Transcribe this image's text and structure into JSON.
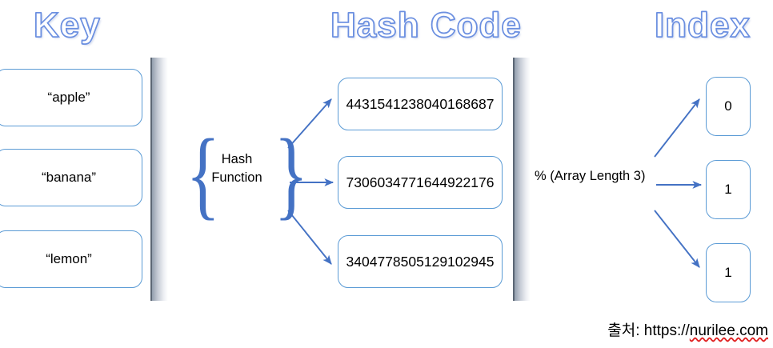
{
  "diagram": {
    "title": "Hash Code Index Diagram",
    "columns": [
      {
        "heading": "Key"
      },
      {
        "heading": "Hash Code"
      },
      {
        "heading": "Index"
      }
    ],
    "keys": [
      {
        "label": "“apple”"
      },
      {
        "label": "“banana”"
      },
      {
        "label": "“lemon”"
      }
    ],
    "hash_codes": [
      {
        "value": "4431541238040168687"
      },
      {
        "value": "7306034771644922176"
      },
      {
        "value": "3404778505129102945"
      }
    ],
    "indexes": [
      {
        "value": "0"
      },
      {
        "value": "1"
      },
      {
        "value": "1"
      }
    ],
    "hash_function": {
      "line1": "Hash",
      "line2": "Function",
      "brace_open": "{",
      "brace_close": "}"
    },
    "modulo": {
      "label": "% (Array Length 3)"
    },
    "attribution": {
      "prefix": "출처: https://",
      "domain": "nurilee.com"
    },
    "colors": {
      "title_outline": "#6B8FE0",
      "box_border": "#5B9BD5",
      "arrow": "#4472C4",
      "brace": "#4472C4",
      "wall_dark": "#6F7D8E",
      "text": "#000000",
      "spellcheck_underline": "#E02020",
      "background": "#FFFFFF"
    }
  }
}
